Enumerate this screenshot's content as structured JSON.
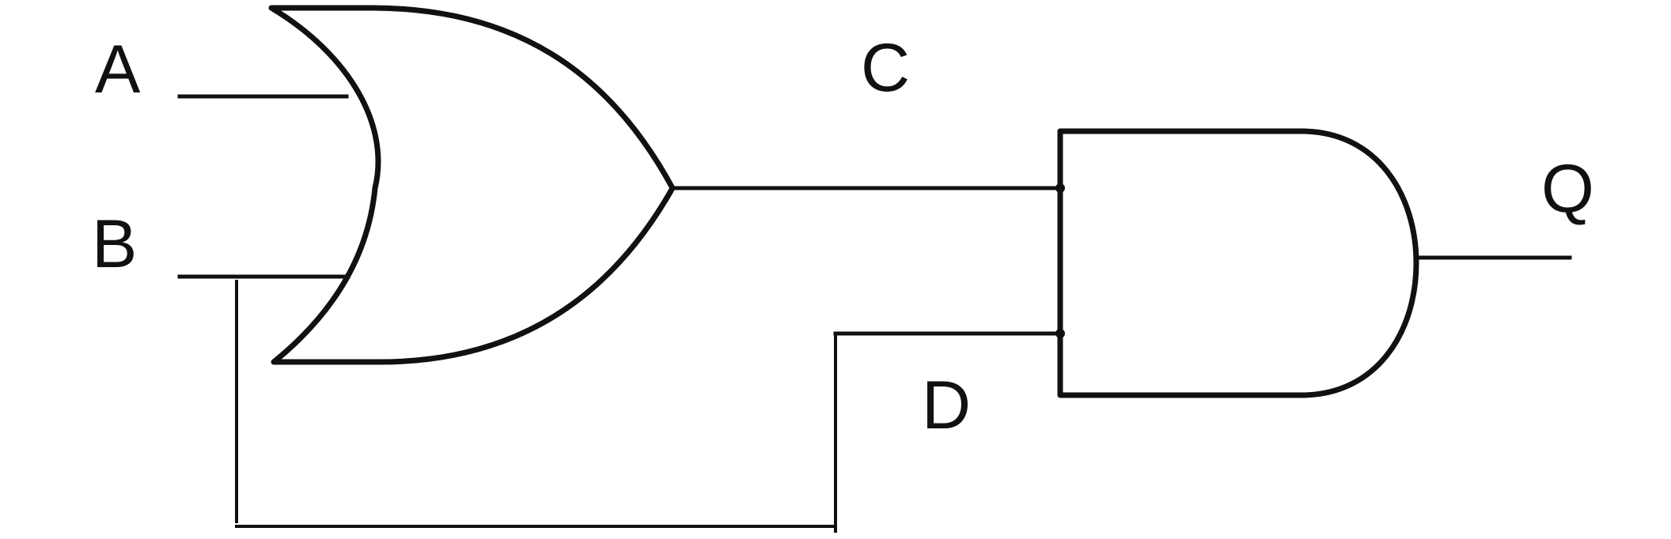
{
  "labels": {
    "a": "A",
    "b": "B",
    "c": "C",
    "d": "D",
    "q": "Q"
  },
  "colors": {
    "stroke": "#111111",
    "background": "#ffffff"
  }
}
